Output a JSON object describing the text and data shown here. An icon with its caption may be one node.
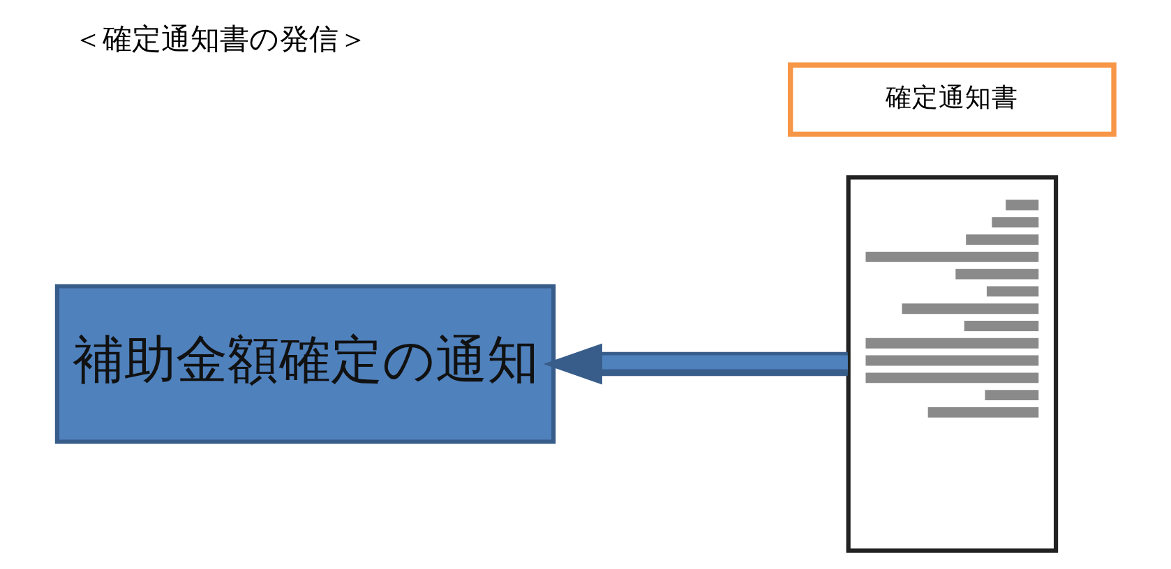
{
  "diagram": {
    "title": "＜確定通知書の発信＞",
    "nodes": [
      {
        "text": [
          "補助金額確定の通知"
        ]
      },
      {
        "text": [
          "確定通知書"
        ]
      },
      {
        "text": [],
        "shape": "picture"
      }
    ],
    "edges": [
      {
        "from": 2,
        "to": 0,
        "arrow": "to"
      }
    ]
  }
}
